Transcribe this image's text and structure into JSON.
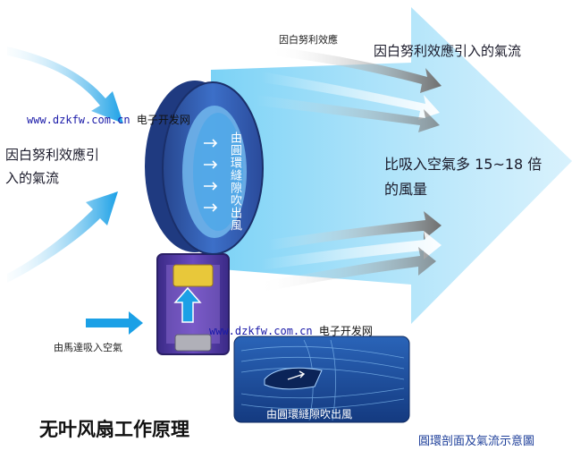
{
  "labels": {
    "left_intake": "因白努利效應引入的氣流",
    "top_small": "因白努利效應",
    "top_large": "因白努利效應引入的氣流",
    "air_ratio": "比吸入空氣多 15~18 倍的風量",
    "motor_intake": "由馬達吸入空氣",
    "slit_vertical": "由圓環縫隙吹出風",
    "inset_slit": "由圓環縫隙吹出風",
    "section_caption": "圓環剖面及氣流示意圖",
    "title": "无叶风扇工作原理"
  },
  "watermarks": [
    {
      "url": "www.dzkfw.com.cn",
      "text": "电子开发网"
    },
    {
      "url": "www.dzkfw.com.cn",
      "text": "电子开发网"
    }
  ],
  "colors": {
    "airflow_blue": "#2aa8e8",
    "ring_blue": "#2c4fa8",
    "base_purple": "#5a38a8",
    "gray_arrow": "#7a7a7a",
    "inset_bg": "#1e4fa0"
  }
}
